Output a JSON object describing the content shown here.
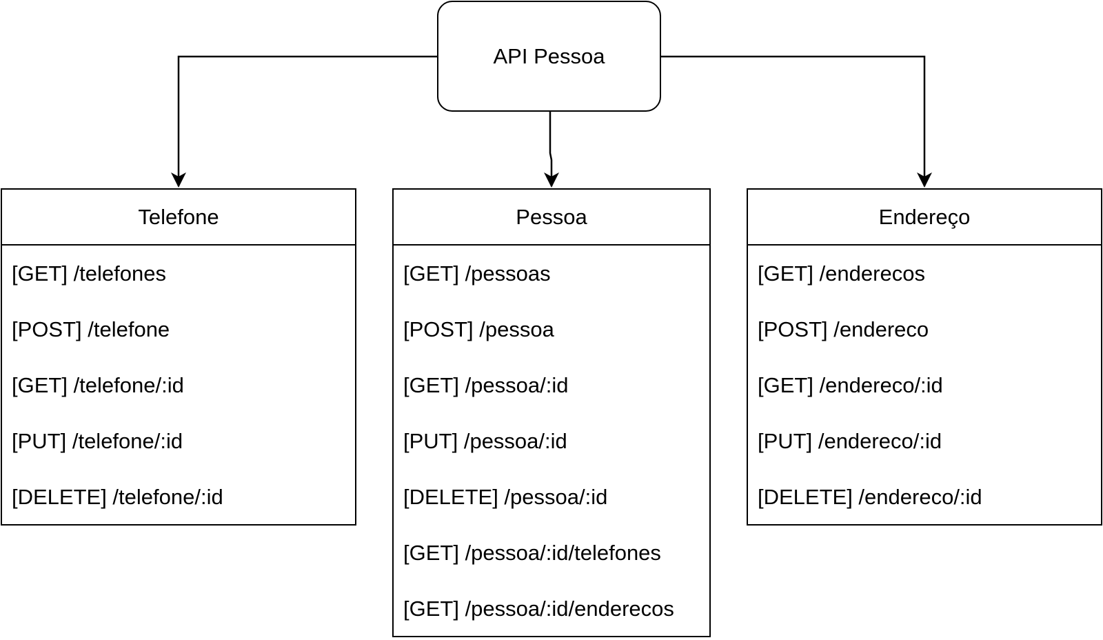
{
  "root": {
    "label": "API Pessoa"
  },
  "entities": [
    {
      "title": "Telefone",
      "routes": [
        "[GET] /telefones",
        "[POST] /telefone",
        "[GET] /telefone/:id",
        "[PUT] /telefone/:id",
        "[DELETE] /telefone/:id"
      ]
    },
    {
      "title": "Pessoa",
      "routes": [
        "[GET] /pessoas",
        "[POST] /pessoa",
        "[GET] /pessoa/:id",
        "[PUT] /pessoa/:id",
        "[DELETE] /pessoa/:id",
        "[GET] /pessoa/:id/telefones",
        "[GET] /pessoa/:id/enderecos"
      ]
    },
    {
      "title": "Endereço",
      "routes": [
        "[GET] /enderecos",
        "[POST] /endereco",
        "[GET] /endereco/:id",
        "[PUT] /endereco/:id",
        "[DELETE] /endereco/:id"
      ]
    }
  ],
  "edges": [
    {
      "from": "API Pessoa",
      "to": "Telefone"
    },
    {
      "from": "API Pessoa",
      "to": "Pessoa"
    },
    {
      "from": "API Pessoa",
      "to": "Endereço"
    }
  ]
}
